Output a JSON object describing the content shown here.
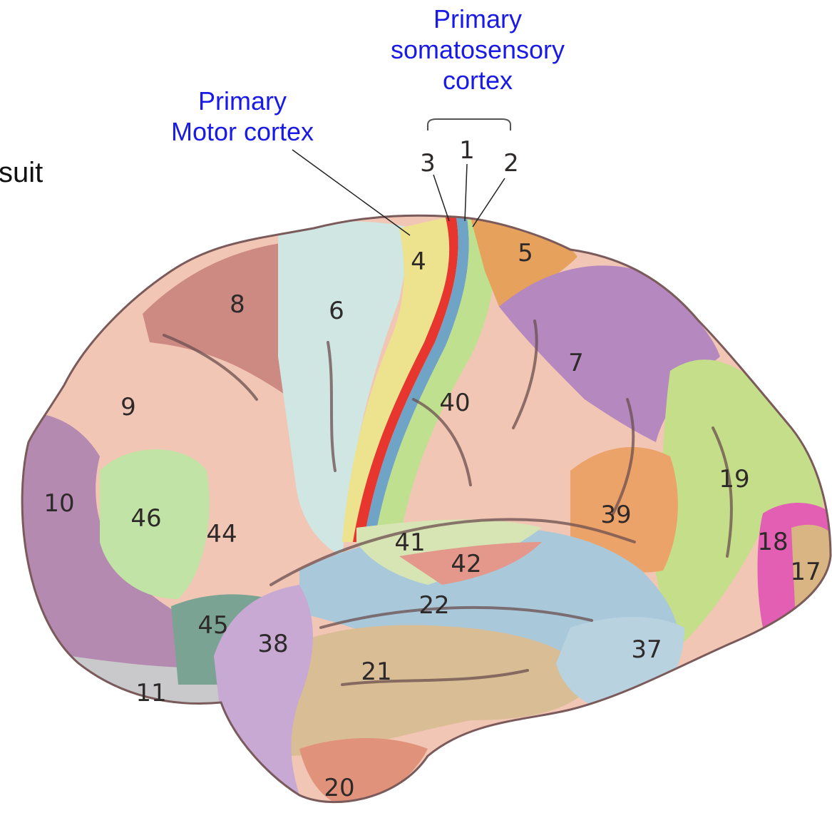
{
  "partial_word": "suit",
  "callouts": {
    "somatosensory": "Primary\nsomatosensory\ncortex",
    "motor": "Primary\nMotor cortex"
  },
  "top_numbers": {
    "a3": "3",
    "a1": "1",
    "a2": "2"
  },
  "areas": {
    "a4": "4",
    "a5": "5",
    "a6": "6",
    "a7": "7",
    "a8": "8",
    "a9": "9",
    "a10": "10",
    "a11": "11",
    "a17": "17",
    "a18": "18",
    "a19": "19",
    "a20": "20",
    "a21": "21",
    "a22": "22",
    "a37": "37",
    "a38": "38",
    "a39": "39",
    "a40": "40",
    "a41": "41",
    "a42": "42",
    "a44": "44",
    "a45": "45",
    "a46": "46"
  },
  "colors": {
    "label_blue": "#1a1ae6",
    "motor_strip": "#ede38e",
    "sensory_red": "#e6362e",
    "sensory_blue": "#6fa4c7",
    "sensory_green": "#bfe08f"
  }
}
